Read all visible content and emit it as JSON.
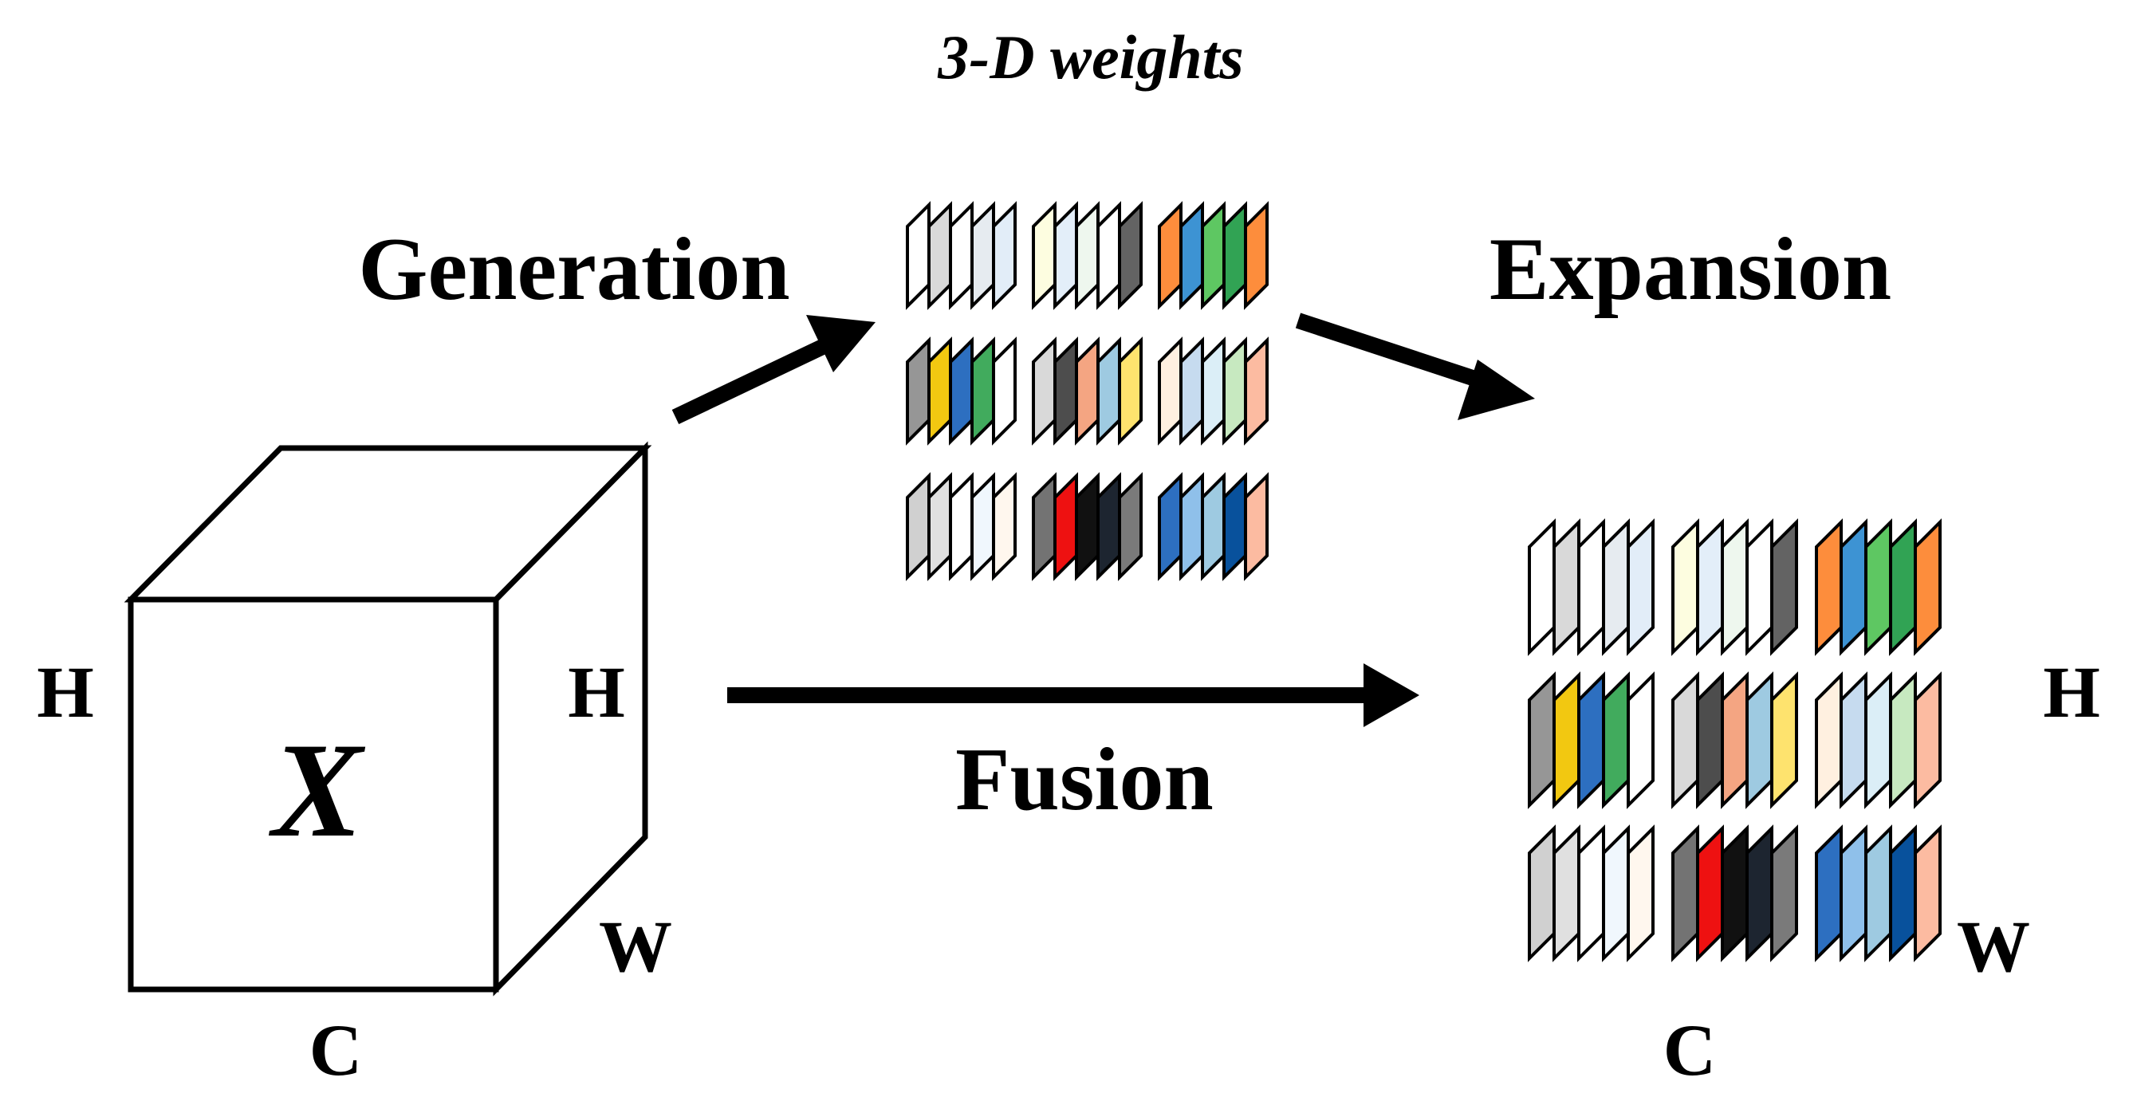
{
  "labels": {
    "weights_title": "3-D weights",
    "generation": "Generation",
    "expansion": "Expansion",
    "fusion": "Fusion",
    "cube_symbol": "X",
    "left_height": "H",
    "cube_height": "H",
    "cube_width": "W",
    "cube_channel": "C",
    "out_height": "H",
    "out_width": "W",
    "out_channel": "C"
  },
  "weight_strips": [
    [
      "#ffffff",
      "#d9d9d9",
      "#ffffff",
      "#e6ebf0",
      "#e2edf8"
    ],
    [
      "#fdfde0",
      "#e3eef9",
      "#eef7ee",
      "#ffffff",
      "#636363"
    ],
    [
      "#fd8d3c",
      "#3d93d3",
      "#5ec762",
      "#31a354",
      "#fd8d3c"
    ],
    [
      "#969696",
      "#f2c811",
      "#2d6fc0",
      "#41ab5d",
      "#ffffff"
    ],
    [
      "#d9d9d9",
      "#4d4d4d",
      "#f4a582",
      "#9ecae1",
      "#fee36e"
    ],
    [
      "#fff0e0",
      "#c6dbef",
      "#dbeef7",
      "#c7e9c0",
      "#fcbba1"
    ],
    [
      "#d0d0d0",
      "#e0e0e0",
      "#ffffff",
      "#f0f7fd",
      "#fff7ee"
    ],
    [
      "#737373",
      "#ee1111",
      "#111111",
      "#1d2530",
      "#7a7a7a"
    ],
    [
      "#2d6fc0",
      "#8fc0ea",
      "#9ecae1",
      "#08519c",
      "#fcbba1"
    ]
  ],
  "colors": {
    "ink": "#000000",
    "background": "#ffffff"
  }
}
